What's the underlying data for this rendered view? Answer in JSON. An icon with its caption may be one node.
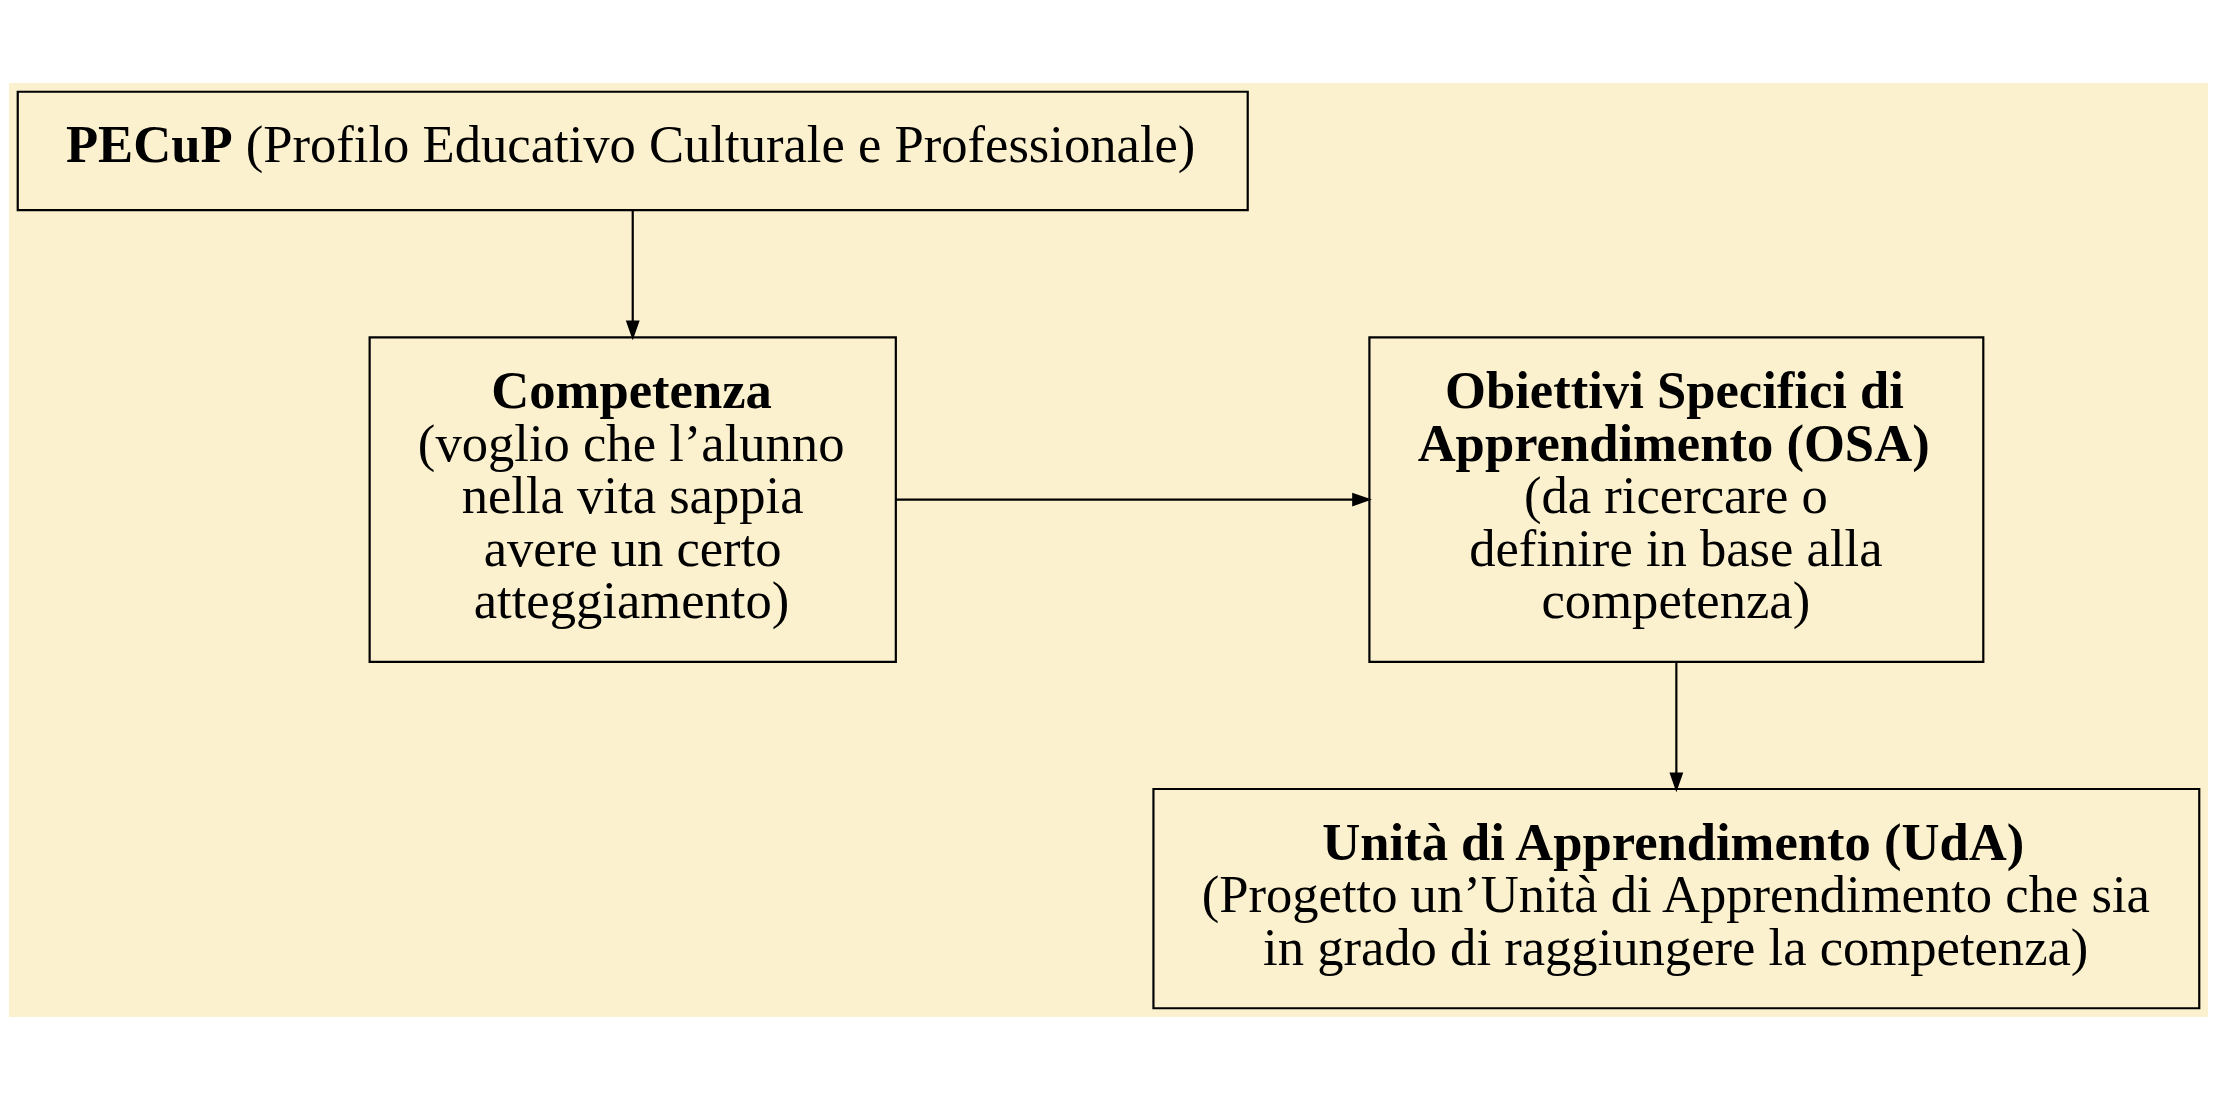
{
  "diagram": {
    "nodes": [
      {
        "text": [
          "**PECuP** (Profilo Educativo Culturale e Professionale)"
        ]
      },
      {
        "text": [
          "Competenza",
          "(voglio che l’alunno nella vita sappia avere un certo atteggiamento)"
        ]
      },
      {
        "text": [
          "Obiettivi Specifici di Apprendimento (OSA)",
          "(da ricercare o definire in base alla competenza)"
        ]
      },
      {
        "text": [
          "Unità di Apprendimento (UdA)",
          "(Progetto un’Unità di Apprendimento che sia in grado di raggiungere la competenza)"
        ]
      }
    ],
    "edges": [
      {
        "from": 0,
        "to": 1,
        "arrow": "to"
      },
      {
        "from": 1,
        "to": 2,
        "arrow": "to"
      },
      {
        "from": 2,
        "to": 3,
        "arrow": "to"
      }
    ]
  }
}
